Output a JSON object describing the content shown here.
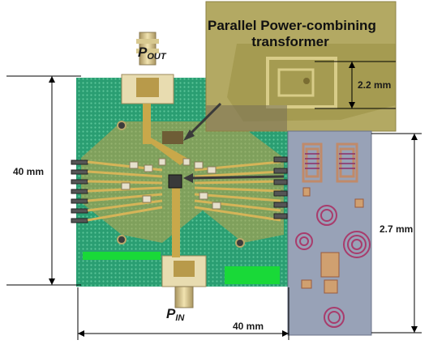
{
  "annotations": {
    "title_line1": "Parallel Power-combining",
    "title_line2": "transformer",
    "pout_main": "P",
    "pout_sub": "OUT",
    "pin_main": "P",
    "pin_sub": "IN",
    "dim_left": "40 mm",
    "dim_bottom": "40 mm",
    "dim_transformer": "2.2 mm",
    "dim_chip": "2.7 mm"
  },
  "colors": {
    "pcb_green": "#2aa376",
    "gold_trace": "#c8a446",
    "solder_green": "#1bd83a",
    "micrograph_bg": "#b5a964",
    "chip_bg": "#8d95b2",
    "dimension_line": "#000000"
  }
}
